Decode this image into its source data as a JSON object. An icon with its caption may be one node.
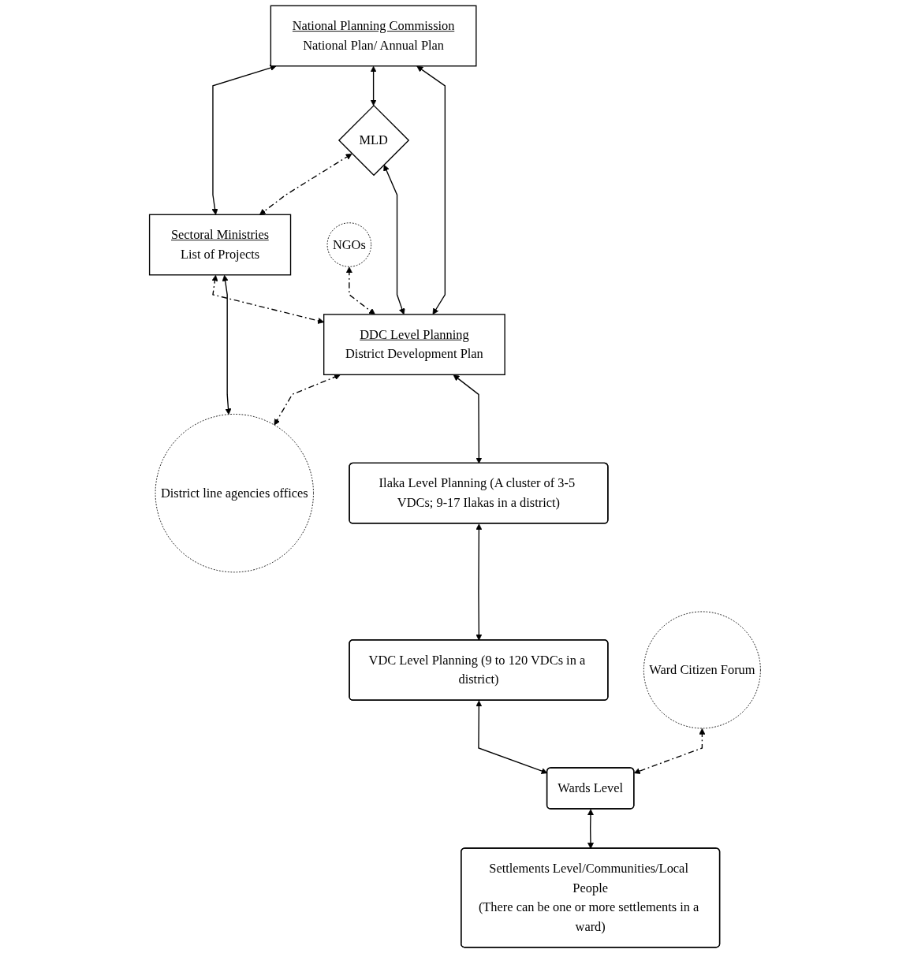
{
  "diagram": {
    "nodes": [
      {
        "text": [
          "National Planning Commission",
          "National Plan/ Annual Plan"
        ]
      },
      {
        "text": [
          "MLD"
        ]
      },
      {
        "text": [
          "Sectoral Ministries",
          "List of Projects"
        ]
      },
      {
        "text": [
          "NGOs"
        ]
      },
      {
        "text": [
          "DDC Level Planning",
          "District Development Plan"
        ]
      },
      {
        "text": [
          "District line agencies offices"
        ]
      },
      {
        "text": [
          "Ilaka Level Planning (A cluster of 3-5 VDCs; 9-17 Ilakas in a district)"
        ]
      },
      {
        "text": [
          "VDC Level Planning (9 to 120 VDCs in a district)"
        ]
      },
      {
        "text": [
          "Ward Citizen Forum"
        ]
      },
      {
        "text": [
          "Wards Level"
        ]
      },
      {
        "text": [
          "Settlements Level/Communities/Local People",
          "(There can be one or more settlements in a ward)"
        ]
      }
    ],
    "edges": [
      {
        "from": 0,
        "to": 2,
        "arrow": "both"
      },
      {
        "from": 0,
        "to": 1,
        "arrow": "both"
      },
      {
        "from": 1,
        "to": 2,
        "arrow": "both",
        "style": "dashed"
      },
      {
        "from": 0,
        "to": 4,
        "arrow": "both"
      },
      {
        "from": 1,
        "to": 4,
        "arrow": "both"
      },
      {
        "from": 2,
        "to": 4,
        "arrow": "both",
        "style": "dashed"
      },
      {
        "from": 2,
        "to": 5,
        "arrow": "both"
      },
      {
        "from": 3,
        "to": 4,
        "arrow": "both",
        "style": "dashed"
      },
      {
        "from": 4,
        "to": 5,
        "arrow": "both",
        "style": "dashed"
      },
      {
        "from": 4,
        "to": 6,
        "arrow": "both"
      },
      {
        "from": 6,
        "to": 7,
        "arrow": "both"
      },
      {
        "from": 7,
        "to": 9,
        "arrow": "both"
      },
      {
        "from": 8,
        "to": 9,
        "arrow": "both",
        "style": "dashed"
      },
      {
        "from": 9,
        "to": 10,
        "arrow": "both"
      }
    ]
  }
}
